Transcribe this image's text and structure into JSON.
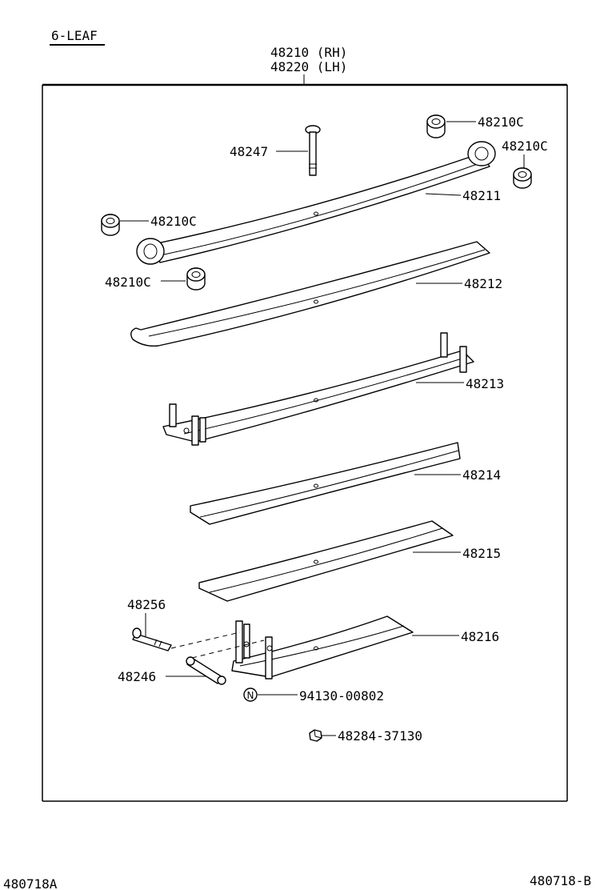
{
  "header": {
    "variant": "6-LEAF",
    "assembly_rh": "48210 (RH)",
    "assembly_lh": "48220 (LH)"
  },
  "labels": {
    "pin": "48247",
    "bushing_top_right": "48210C",
    "bushing_right": "48210C",
    "bushing_left_upper": "48210C",
    "bushing_left_lower": "48210C",
    "leaf_1": "48211",
    "leaf_2": "48212",
    "leaf_3": "48213",
    "leaf_4": "48214",
    "leaf_5": "48215",
    "leaf_6": "48216",
    "bolt": "48256",
    "spacer": "48246",
    "nut_n": "94130-00802",
    "nut": "48284-37130"
  },
  "footer": {
    "left_code": "480718A",
    "right_code": "480718-B"
  }
}
